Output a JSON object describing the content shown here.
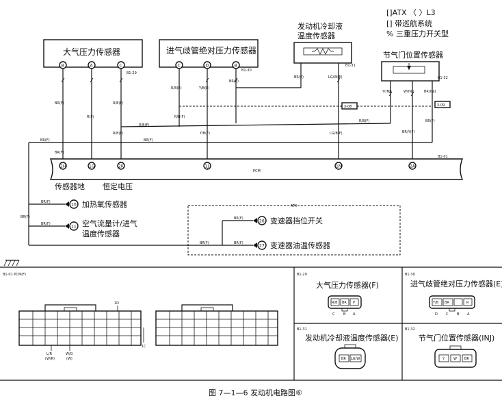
{
  "legend": {
    "line1": "[]ATX 〈 〉L3",
    "line2": "[] 带巡航系统",
    "line3": "% 三重压力开关型"
  },
  "components": {
    "baro": {
      "title": "大气压力传感器",
      "pins": [
        "B",
        "A",
        "C"
      ],
      "conn": "B1-29"
    },
    "map": {
      "title": "进气歧管绝对压力传感器",
      "pins": [
        "C",
        "D",
        "B"
      ],
      "conn": "B1-30"
    },
    "ect": {
      "title_l1": "发动机冷却液",
      "title_l2": "温度传感器",
      "conn": "B1-31"
    },
    "tps": {
      "title": "节气门位置传感器",
      "conn": "B1-32"
    }
  },
  "wires": {
    "br_f": "BR(F)",
    "r_f": "R(F)",
    "rb_f": "R/B(F)",
    "yb_f": "Y/B(F)",
    "br_e": "BR(E)",
    "rb_e": "R/B(E)",
    "yb_e": "Y/B(E)",
    "lgw_e": "LG/W(E)",
    "lgb_f": "LG/B(F)",
    "br_e2": "BR(E)",
    "yinj": "Y(INJ)",
    "winj": "W(INJ)",
    "brinj": "BR(INJ)",
    "rb_f2": "R/B(F)",
    "bry_f": "BR/Y(F)",
    "br_f2": "BR(F)"
  },
  "splices": {
    "x08": "X-08",
    "x09": "X-09"
  },
  "pcm": {
    "label": "PCM",
    "conn": "B1-01",
    "pins": [
      "2H",
      "1G",
      "2K",
      "1J",
      "1M",
      "2A"
    ],
    "sensor_ground": "传感器地",
    "const_voltage": "恒定电压"
  },
  "refs": {
    "r10": {
      "num": "10",
      "text": "加热氧传感器"
    },
    "r11": {
      "num": "11",
      "text_l1": "空气流量计/进气",
      "text_l2": "温度传感器"
    },
    "r26": {
      "num": "26",
      "text": "变速器挡位开关"
    },
    "r27": {
      "num": "27",
      "text": "变速器油温传感器"
    },
    "atx": "ATX"
  },
  "bottom": {
    "pcm_conn": "B1-01 PCM(F)",
    "id_label": "1D",
    "ic_label": "1C",
    "lr": "L/R",
    "wlr": "(W/R)",
    "wg": "W/G",
    "w": "(W)",
    "b129": "B1-29",
    "b130": "B1-30",
    "b131": "B1-31",
    "b132": "B1-32",
    "conn_baro": "大气压力传感器(F)",
    "conn_map": "进气歧管绝对压力传感器(E)",
    "conn_ect": "发动机冷却液温度传感器(E)",
    "conn_tps": "节气门位置传感器(INJ)",
    "baro_pins": [
      "R/B",
      "BR",
      "P"
    ],
    "map_pins": [
      "Y/B",
      "BR",
      "R"
    ],
    "ect_pins": [
      "BR",
      "LG/W"
    ],
    "tps_pins": [
      "Y",
      "W",
      "BR"
    ],
    "cba": [
      "C",
      "B",
      "A"
    ],
    "dcba": [
      "D",
      "C",
      "B",
      "A"
    ]
  },
  "caption": "图 7—1—6    发动机电路图⑥"
}
